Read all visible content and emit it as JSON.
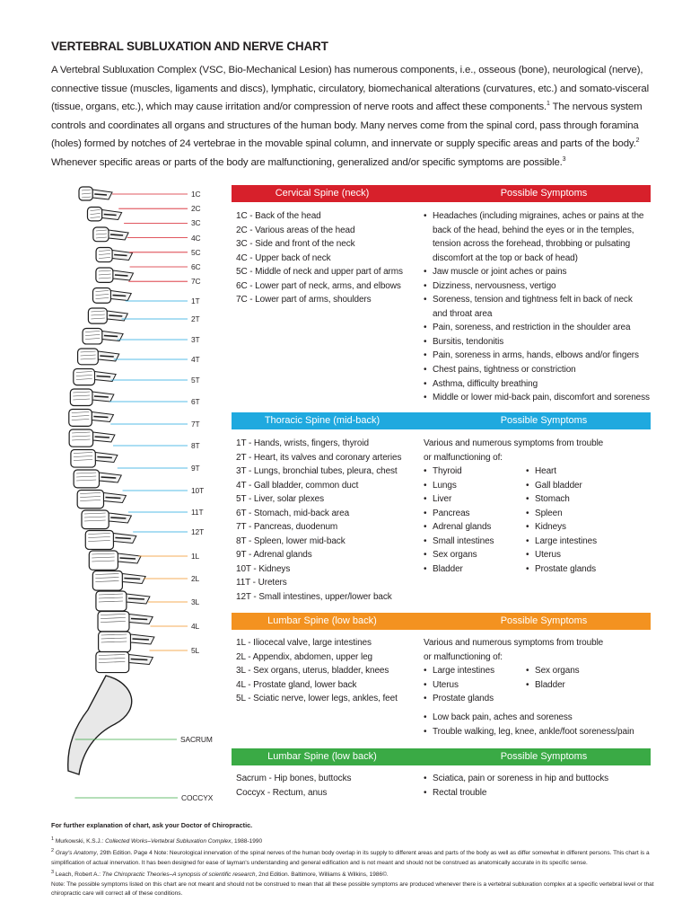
{
  "title": "VERTEBRAL SUBLUXATION AND NERVE CHART",
  "intro": {
    "p1": "A Vertebral Subluxation Complex (VSC, Bio-Mechanical Lesion) has numerous components, i.e., osseous (bone), neurological (nerve), connective tissue (muscles, ligaments and discs), lymphatic, circulatory, biomechanical alterations (curvatures, etc.) and somato-visceral (tissue, organs, etc.), which may cause irritation and/or compression of nerve roots and affect these components.",
    "sup1": "1",
    "p2": " The nervous system controls and coordinates all organs and structures of the human body. Many nerves come from the spinal cord, pass through foramina (holes) formed by notches of 24 vertebrae in the movable spinal column, and innervate or supply specific areas and parts of the body.",
    "sup2": "2",
    "p3": " Whenever specific areas or parts of the body are malfunctioning, generalized and/or specific symptoms are possible.",
    "sup3": "3"
  },
  "colors": {
    "cervical": "#d7202b",
    "thoracic": "#1fa9df",
    "lumbar": "#f39220",
    "sacral": "#3aaa45"
  },
  "levels": {
    "cervical": [
      "1C",
      "2C",
      "3C",
      "4C",
      "5C",
      "6C",
      "7C"
    ],
    "thoracic": [
      "1T",
      "2T",
      "3T",
      "4T",
      "5T",
      "6T",
      "7T",
      "8T",
      "9T",
      "10T",
      "11T",
      "12T"
    ],
    "lumbar": [
      "1L",
      "2L",
      "3L",
      "4L",
      "5L"
    ],
    "sacrum": "SACRUM",
    "coccyx": "COCCYX"
  },
  "sections": {
    "cervical": {
      "header_left": "Cervical Spine (neck)",
      "header_right": "Possible Symptoms",
      "areas": [
        "1C - Back of the head",
        "2C - Various areas of the head",
        "3C - Side and front of the neck",
        "4C - Upper back of neck",
        "5C - Middle of neck and upper part of arms",
        "6C - Lower part of neck, arms, and elbows",
        "7C - Lower part of arms, shoulders"
      ],
      "symptoms": [
        {
          "text": "Headaches (including migraines, aches or pains at the",
          "bullet": true
        },
        {
          "text": "back of the head, behind the eyes or in the temples,",
          "bullet": false
        },
        {
          "text": "tension across the forehead, throbbing or pulsating",
          "bullet": false
        },
        {
          "text": "discomfort at the top or back of head)",
          "bullet": false
        },
        {
          "text": "Jaw muscle or joint aches or pains",
          "bullet": true
        },
        {
          "text": "Dizziness, nervousness, vertigo",
          "bullet": true
        },
        {
          "text": "Soreness, tension and tightness felt in back of neck",
          "bullet": true
        },
        {
          "text": "and throat area",
          "bullet": false
        },
        {
          "text": "Pain, soreness, and restriction in the shoulder area",
          "bullet": true
        },
        {
          "text": "Bursitis, tendonitis",
          "bullet": true
        },
        {
          "text": "Pain, soreness in arms, hands, elbows and/or fingers",
          "bullet": true
        },
        {
          "text": "Chest pains, tightness or constriction",
          "bullet": true
        },
        {
          "text": "Asthma, difficulty breathing",
          "bullet": true
        },
        {
          "text": "Middle or lower mid-back pain, discomfort and soreness",
          "bullet": true
        }
      ]
    },
    "thoracic": {
      "header_left": "Thoracic Spine (mid-back)",
      "header_right": "Possible Symptoms",
      "areas": [
        "1T - Hands, wrists, fingers, thyroid",
        "2T - Heart, its valves and coronary arteries",
        "3T - Lungs, bronchial tubes, pleura, chest",
        "4T - Gall bladder, common duct",
        "5T - Liver, solar plexes",
        "6T - Stomach, mid-back area",
        "7T - Pancreas, duodenum",
        "8T - Spleen, lower mid-back",
        "9T - Adrenal glands",
        "10T - Kidneys",
        "11T - Ureters",
        "12T - Small intestines, upper/lower back"
      ],
      "intro1": "Various and numerous symptoms from trouble",
      "intro2": "or malfunctioning of:",
      "list_a": [
        "Thyroid",
        "Lungs",
        "Liver",
        "Pancreas",
        "Adrenal glands",
        "Small intestines",
        "Sex organs",
        "Bladder"
      ],
      "list_b": [
        "Heart",
        "Gall bladder",
        "Stomach",
        "Spleen",
        "Kidneys",
        "Large intestines",
        "Uterus",
        "Prostate glands"
      ]
    },
    "lumbar": {
      "header_left": "Lumbar Spine (low back)",
      "header_right": "Possible Symptoms",
      "areas": [
        "1L - Iliocecal valve, large intestines",
        "2L - Appendix, abdomen, upper leg",
        "3L - Sex organs, uterus, bladder, knees",
        "4L - Prostate gland, lower back",
        "5L - Sciatic nerve, lower legs, ankles, feet"
      ],
      "intro1": "Various and numerous symptoms from trouble",
      "intro2": "or malfunctioning of:",
      "list_a": [
        "Large intestines",
        "Uterus",
        "Prostate glands"
      ],
      "list_b": [
        "Sex organs",
        "Bladder"
      ],
      "extra": [
        "Low back pain, aches and soreness",
        "Trouble walking, leg, knee, ankle/foot soreness/pain"
      ]
    },
    "sacral": {
      "header_left": "Lumbar Spine (low back)",
      "header_right": "Possible Symptoms",
      "areas": [
        "Sacrum - Hip bones, buttocks",
        "Coccyx - Rectum, anus"
      ],
      "symptoms": [
        "Sciatica, pain or soreness in hip and buttocks",
        "Rectal trouble"
      ]
    }
  },
  "footer": {
    "bold_note": "For further explanation of chart, ask your Doctor of Chiropractic.",
    "fn1_num": "1",
    "fn1_a": " Murkowski, K.S.J.: ",
    "fn1_i": "Collected Works–Vertebral Subluxation Complex",
    "fn1_b": ", 1988-1990",
    "fn2_num": "2",
    "fn2_i": " Gray's Anatomy",
    "fn2_b": ", 29th Edition. Page 4 Note: Neurological innervation of the spinal nerves of the human body overlap in its supply to different areas and parts of the body as well as differ somewhat in different persons. This chart is a simplification of actual innervation. It has been designed for ease of layman's understanding and general edification and is not meant and should not be construed as anatomically accurate in its specific sense.",
    "fn3_num": "3",
    "fn3_a": " Leach, Robert A.: ",
    "fn3_i": "The Chiropractic Theories–A synopsis of scientific research",
    "fn3_b": ", 2nd Edition. Baltimore, Williams & Wilkins, 1986©.",
    "note": "Note: The possible symptoms listed on this chart are not meant and should not be construed to mean that all these possible symptoms are produced whenever there is a vertebral subluxation complex at a specific vertebral level or that chiropractic care will correct all of these conditions."
  }
}
